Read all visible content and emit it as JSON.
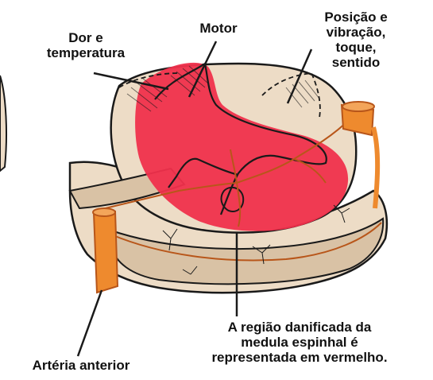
{
  "labels": {
    "pain_temperature": [
      "Dor e",
      "temperatura"
    ],
    "motor": "Motor",
    "position_vibration": [
      "Posição e",
      "vibração,",
      "toque,",
      "sentido"
    ],
    "damaged_region": [
      "A região danificada da",
      "medula espinhal é",
      "representada em vermelho."
    ],
    "anterior_artery": "Artéria anterior"
  },
  "colors": {
    "tissue": "#eddcc6",
    "tissue_shadow": "#d9c2a5",
    "damage": "#f0304c",
    "artery": "#ee8a2e",
    "artery_dark": "#b8561a",
    "outline": "#1a1a1a"
  },
  "icons": [
    "spinal-cord-cross-section",
    "anterior-spinal-artery",
    "damaged-region-highlight"
  ]
}
